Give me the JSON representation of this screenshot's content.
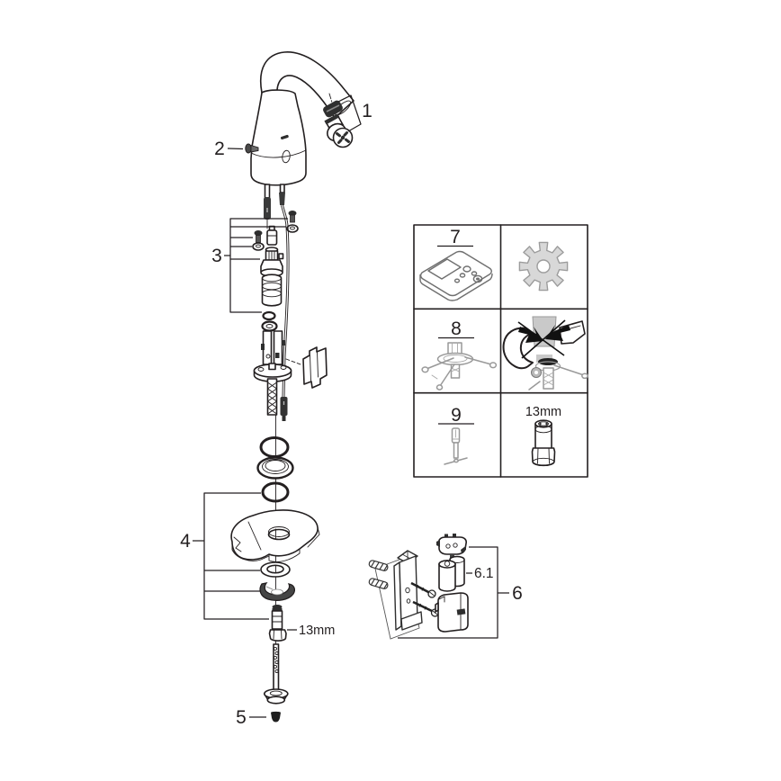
{
  "callouts": {
    "aerator": "1",
    "sensor_screw": "2",
    "valve_unit": "3",
    "mounting_set": "4",
    "foot_plug": "5",
    "power_supply": "6",
    "battery": "6.1"
  },
  "labels": {
    "wrench_size": "13mm"
  },
  "tools_panel": {
    "remote": {
      "number": "7",
      "icon": "remote-control-icon"
    },
    "gear": {
      "icon": "gear-icon"
    },
    "mounting_kit": {
      "number": "8",
      "icon": "mounting-kit-icon"
    },
    "rotation_warning": {
      "icon": "no-rotation-arrows-icon"
    },
    "service_key": {
      "number": "9",
      "icon": "service-key-icon"
    },
    "socket": {
      "label": "13mm",
      "icon": "socket-adapter-13mm-icon"
    }
  },
  "colors": {
    "line": "#231f20",
    "background": "#ffffff",
    "secondary_gray": "#999999",
    "gear_fill": "#d8d8d8",
    "dark_part": "#2e2e2e"
  }
}
